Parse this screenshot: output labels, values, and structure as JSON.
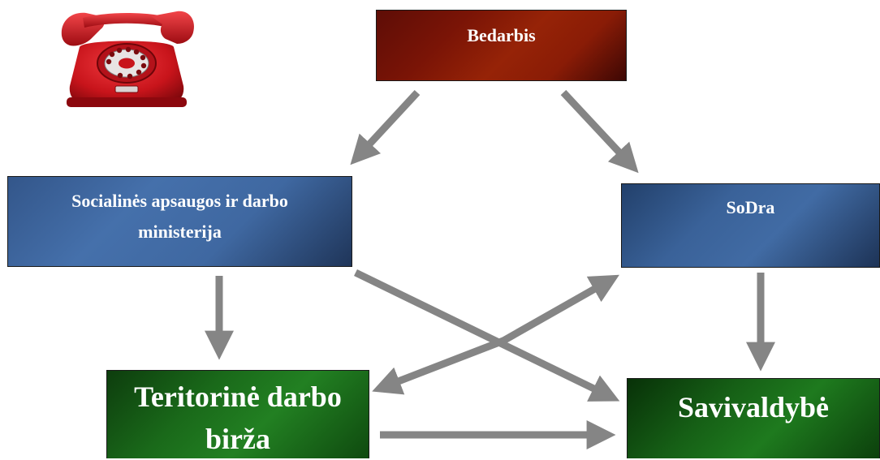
{
  "nodes": {
    "bedarbis": "Bedarbis",
    "ministerija_line1": "Socialinės apsaugos ir darbo",
    "ministerija_line2": "ministerija",
    "sodra": "SoDra",
    "birza_line1": "Teritorinė darbo",
    "birza_line2": "birža",
    "savivaldybe": "Savivaldybė"
  },
  "edges": [
    {
      "from": "bedarbis",
      "to": "ministerija"
    },
    {
      "from": "bedarbis",
      "to": "sodra"
    },
    {
      "from": "ministerija",
      "to": "birza"
    },
    {
      "from": "ministerija",
      "to": "savivaldybe"
    },
    {
      "from": "sodra",
      "to": "savivaldybe"
    },
    {
      "from": "birza",
      "to": "sodra"
    },
    {
      "from": "sodra",
      "to": "birza"
    },
    {
      "from": "birza",
      "to": "savivaldybe"
    }
  ],
  "icons": {
    "telephone": "telephone-icon"
  },
  "colors": {
    "bedarbis": "#8a1c06",
    "ministerija": "#4570ab",
    "sodra": "#3a6299",
    "birza": "#1a6a1a",
    "savivaldybe": "#166016",
    "arrow": "#858585",
    "telephone": "#c8141b"
  }
}
